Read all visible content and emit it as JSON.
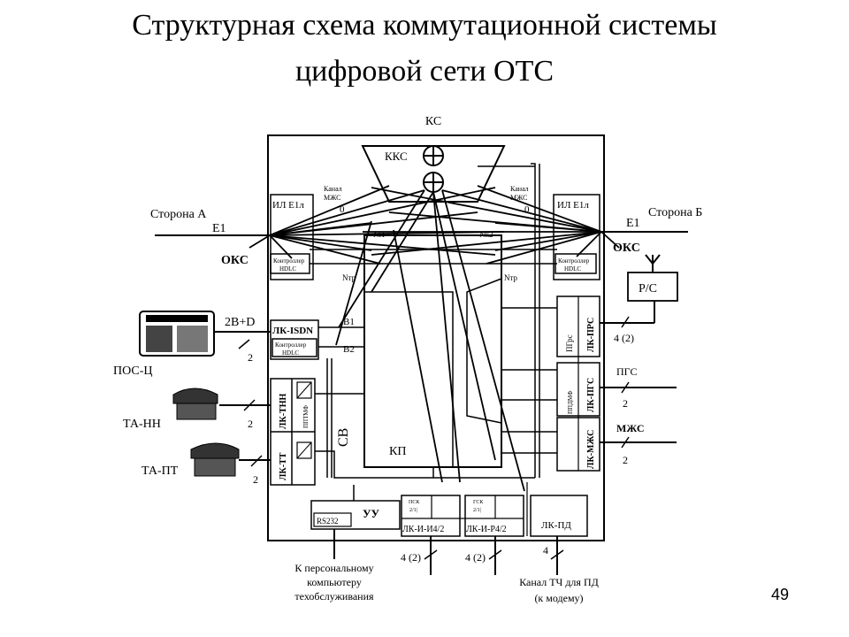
{
  "slide": {
    "title_line1": "Структурная схема коммутационной системы",
    "title_line2": "цифровой сети ОТС",
    "page_number": "49"
  },
  "diagram": {
    "ks": "КС",
    "kks": "ККС",
    "kp": "КП",
    "sv": "СВ",
    "il_left": "ИЛ E1л",
    "il_right": "ИЛ E1л",
    "kanal_mzhs_left": [
      "Канал",
      "МЖС"
    ],
    "kanal_mzhs_right": [
      "Канал",
      "МЖС"
    ],
    "nl1": "Nl1",
    "nk2": "Nk2",
    "ntr_left": "Nтр",
    "ntr_right": "Nтр",
    "zero_left": "0",
    "zero_right": "0",
    "storona_a": "Сторона А",
    "storona_b": "Сторона Б",
    "e1_left": "E1",
    "e1_right": "E1",
    "oks_left": "ОКС",
    "oks_right": "ОКС",
    "hdlc_left": [
      "Контроллер",
      "HDLC"
    ],
    "hdlc_right": [
      "Контроллер",
      "HDLC"
    ],
    "lk_isdn": "ЛК-ISDN",
    "hdlc_isdn": [
      "Контроллер",
      "HDLC"
    ],
    "b1": "B1",
    "b2": "B2",
    "isdn_label": "2B+D",
    "isdn_wires": "2",
    "pos_ts": "ПОС-Ц",
    "ta_nn": "ТА-НН",
    "ta_pt": "ТА-ПТ",
    "lk_tnn": "ЛК-ТНН",
    "lk_tt": "ЛК-ТТ",
    "ppdmf": "ППТМФ",
    "tnn_wires": "2",
    "tt_wires": "2",
    "rs": "Р/С",
    "lk_prs": "ЛК-ПРС",
    "pg_rs": "ПГрс",
    "prs_wires": "4 (2)",
    "lk_pgs": "ЛК-ПГС",
    "pgs": "ПГС",
    "pgs_wires": "2",
    "ppdmf_pgs": "ППДМФ",
    "lk_mzhs": "ЛК-МЖС",
    "mzhs": "МЖС",
    "mzhs_wires": "2",
    "uu": "УУ",
    "rs232": "RS232",
    "pc_caption": [
      "К персональному",
      "компьютеру",
      "техобслуживания"
    ],
    "psk_label": [
      "ПСК",
      "2/1|"
    ],
    "lk_i_i4": "ЛК-И-И4/2",
    "i4_wires": "4 (2)",
    "gsk_label": [
      "ГСК",
      "2/1|"
    ],
    "lk_i_r4": "ЛК-И-Р4/2",
    "r4_wires": "4 (2)",
    "lk_pd": "ЛК-ПД",
    "pd_wires": "4",
    "tch_caption": [
      "Канал ТЧ для ПД",
      "(к модему)"
    ]
  }
}
